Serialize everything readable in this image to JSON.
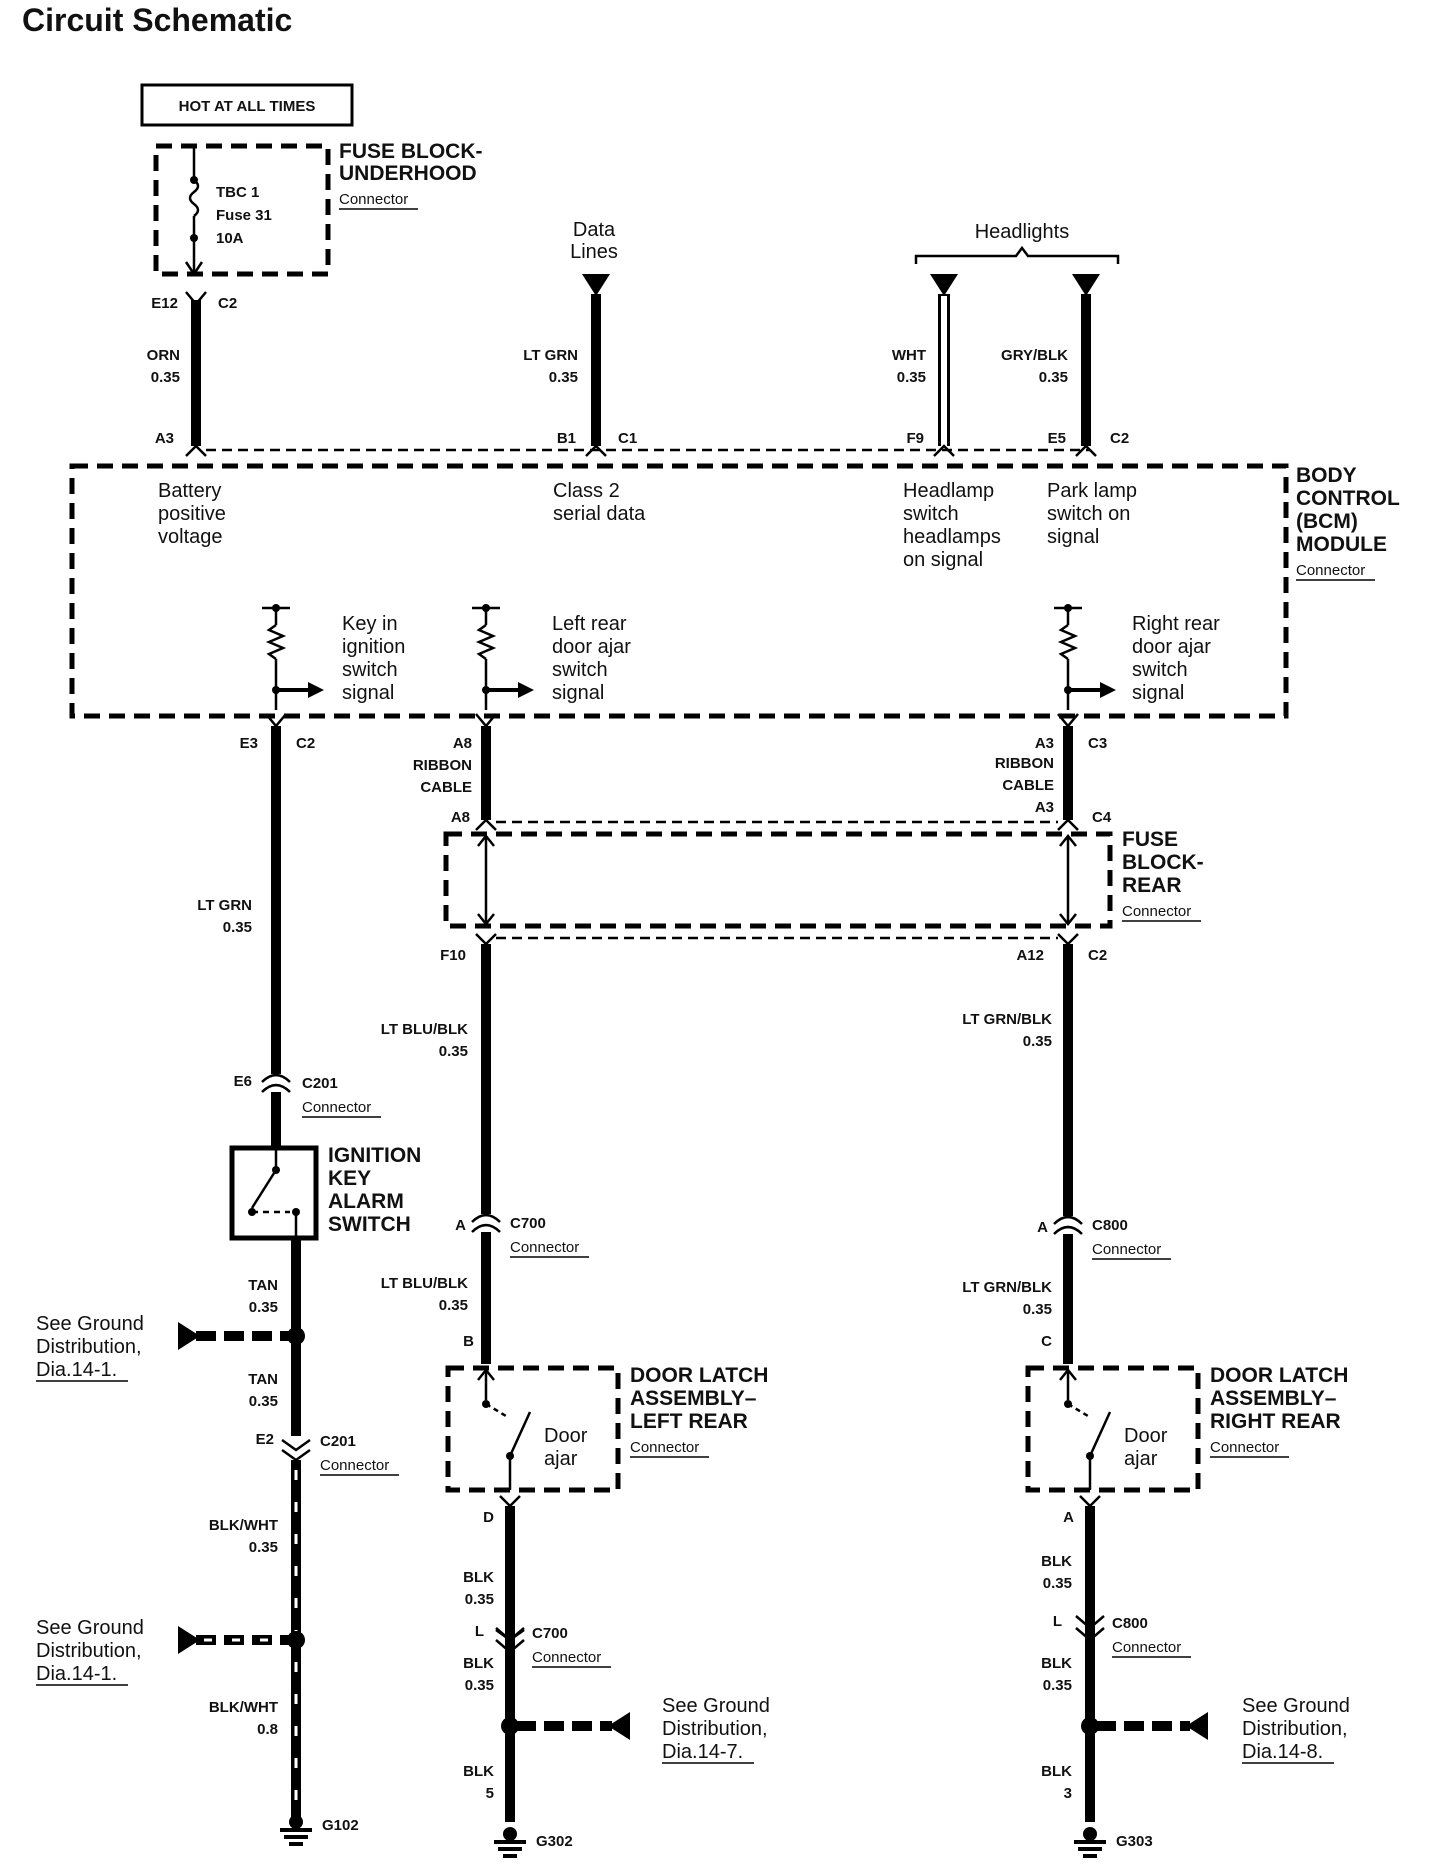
{
  "title": "Circuit Schematic",
  "hot": "HOT AT ALL TIMES",
  "connector_word": "Connector",
  "fuse_underhood": {
    "name1": "FUSE BLOCK-",
    "name2": "UNDERHOOD",
    "fuse1": "TBC 1",
    "fuse2": "Fuse 31",
    "fuse3": "10A"
  },
  "data_lines": {
    "line1": "Data",
    "line2": "Lines"
  },
  "headlights": "Headlights",
  "bcm": {
    "name1": "BODY",
    "name2": "CONTROL",
    "name3": "(BCM)",
    "name4": "MODULE",
    "battery": [
      "Battery",
      "positive",
      "voltage"
    ],
    "class2": [
      "Class 2",
      "serial data"
    ],
    "headlamp": [
      "Headlamp",
      "switch",
      "headlamps",
      "on signal"
    ],
    "park": [
      "Park lamp",
      "switch on",
      "signal"
    ],
    "key_in": [
      "Key in",
      "ignition",
      "switch",
      "signal"
    ],
    "left_rear": [
      "Left rear",
      "door ajar",
      "switch",
      "signal"
    ],
    "right_rear": [
      "Right rear",
      "door ajar",
      "switch",
      "signal"
    ]
  },
  "fuse_rear": {
    "name1": "FUSE",
    "name2": "BLOCK-",
    "name3": "REAR"
  },
  "ignition_switch": {
    "name1": "IGNITION",
    "name2": "KEY",
    "name3": "ALARM",
    "name4": "SWITCH"
  },
  "latch_left": {
    "name1": "DOOR LATCH",
    "name2": "ASSEMBLY–",
    "name3": "LEFT REAR",
    "switch1": "Door",
    "switch2": "ajar"
  },
  "latch_right": {
    "name1": "DOOR LATCH",
    "name2": "ASSEMBLY–",
    "name3": "RIGHT REAR",
    "switch1": "Door",
    "switch2": "ajar"
  },
  "ground_ref": [
    {
      "line1": "See Ground",
      "line2": "Distribution,",
      "line3": "Dia.14-1."
    },
    {
      "line1": "See Ground",
      "line2": "Distribution,",
      "line3": "Dia.14-1."
    },
    {
      "line1": "See Ground",
      "line2": "Distribution,",
      "line3": "Dia.14-7."
    },
    {
      "line1": "See Ground",
      "line2": "Distribution,",
      "line3": "Dia.14-8."
    }
  ],
  "wires": {
    "orn": {
      "color": "ORN",
      "size": "0.35"
    },
    "ltgrn_data": {
      "color": "LT GRN",
      "size": "0.35"
    },
    "wht": {
      "color": "WHT",
      "size": "0.35"
    },
    "grybk": {
      "color": "GRY/BLK",
      "size": "0.35"
    },
    "ltgrn_key": {
      "color": "LT GRN",
      "size": "0.35"
    },
    "tan1": {
      "color": "TAN",
      "size": "0.35"
    },
    "tan2": {
      "color": "TAN",
      "size": "0.35"
    },
    "blkwht1": {
      "color": "BLK/WHT",
      "size": "0.35"
    },
    "blkwht2": {
      "color": "BLK/WHT",
      "size": "0.8"
    },
    "ltblublk1": {
      "color": "LT BLU/BLK",
      "size": "0.35"
    },
    "ltblublk2": {
      "color": "LT BLU/BLK",
      "size": "0.35"
    },
    "ltgrnblk1": {
      "color": "LT GRN/BLK",
      "size": "0.35"
    },
    "ltgrnblk2": {
      "color": "LT GRN/BLK",
      "size": "0.35"
    },
    "blk_l1": {
      "color": "BLK",
      "size": "0.35"
    },
    "blk_l2": {
      "color": "BLK",
      "size": "0.35"
    },
    "blk_l3": {
      "color": "BLK",
      "size": "5"
    },
    "blk_r1": {
      "color": "BLK",
      "size": "0.35"
    },
    "blk_r2": {
      "color": "BLK",
      "size": "0.35"
    },
    "blk_r3": {
      "color": "BLK",
      "size": "3"
    }
  },
  "ribbon": {
    "line1": "RIBBON",
    "line2": "CABLE"
  },
  "pins": {
    "e12": "E12",
    "c2a": "C2",
    "a3": "A3",
    "b1": "B1",
    "c1": "C1",
    "f9": "F9",
    "e5": "E5",
    "c2b": "C2",
    "e3": "E3",
    "c2c": "C2",
    "a8a": "A8",
    "a3b": "A3",
    "c3": "C3",
    "a8b": "A8",
    "a3c": "A3",
    "c4": "C4",
    "f10": "F10",
    "a12": "A12",
    "c2d": "C2",
    "e6": "E6",
    "c201a": "C201",
    "e2": "E2",
    "c201b": "C201",
    "a_l": "A",
    "c700a": "C700",
    "b_l": "B",
    "d_l": "D",
    "l_l": "L",
    "c700b": "C700",
    "a_r": "A",
    "c800a": "C800",
    "c_r": "C",
    "a_r2": "A",
    "l_r": "L",
    "c800b": "C800"
  },
  "grounds": {
    "g102": "G102",
    "g302": "G302",
    "g303": "G303"
  }
}
